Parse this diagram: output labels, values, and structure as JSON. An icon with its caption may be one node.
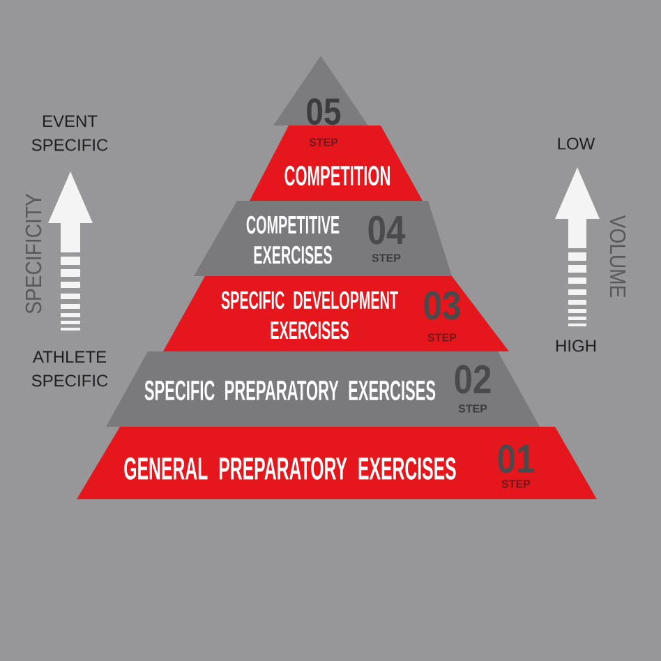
{
  "diagram": {
    "nodes": [
      {
        "text": [
          "05"
        ]
      },
      {
        "text": [
          "STEP",
          "COMPETITION"
        ]
      },
      {
        "text": [
          "COMPETITIVE EXERCISES",
          "04",
          "STEP"
        ]
      },
      {
        "text": [
          "SPECIFIC DEVELOPMENT EXERCISES",
          "03",
          "STEP"
        ]
      },
      {
        "text": [
          "SPECIFIC PREPARATORY EXERCISES",
          "02",
          "STEP"
        ]
      },
      {
        "text": [
          "GENERAL PREPARATORY EXERCISES",
          "01",
          "STEP"
        ]
      }
    ],
    "labels": [
      "EVENT SPECIFIC",
      "LOW",
      "SPECIFICITY",
      "VOLUME",
      "HIGH",
      "ATHLETE SPECIFIC"
    ]
  }
}
